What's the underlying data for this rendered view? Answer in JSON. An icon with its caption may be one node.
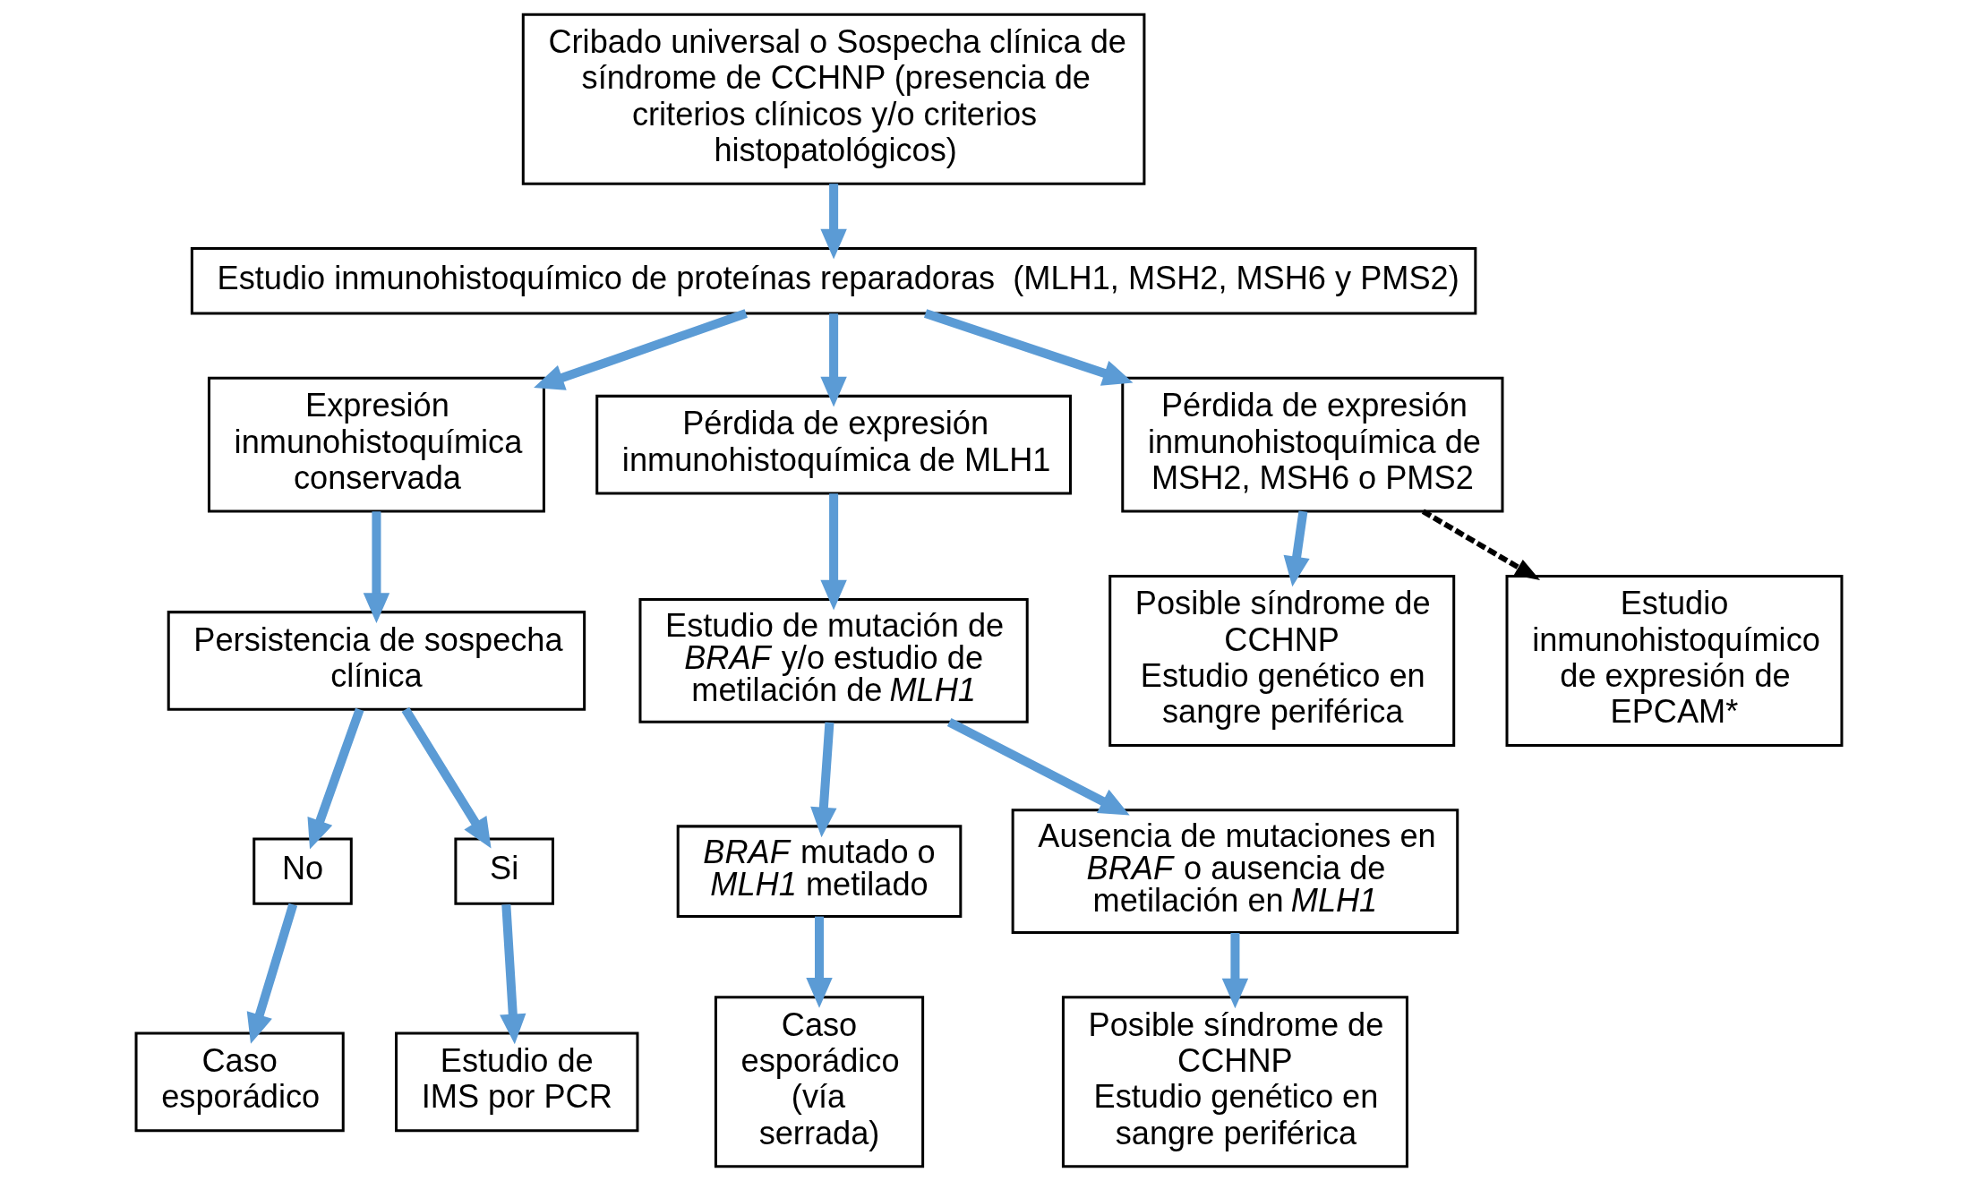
{
  "diagram": {
    "nodes": [
      {
        "text": [
          "Cribado universal o Sospecha clínica de síndrome de CCHNP (presencia de criterios clínicos y/o criterios histopatológicos)"
        ]
      },
      {
        "text": [
          "Estudio inmunohistoquímico de proteínas reparadoras  (MLH1, MSH2, MSH6 y PMS2)"
        ]
      },
      {
        "text": [
          "Expresión inmunohistoquímica conservada"
        ]
      },
      {
        "text": [
          "Pérdida de expresión inmunohistoquímica de MLH1"
        ]
      },
      {
        "text": [
          "Pérdida de expresión inmunohistoquímica de MSH2, MSH6 o PMS2"
        ]
      },
      {
        "text": [
          "Persistencia de sospecha clínica"
        ]
      },
      {
        "text": [
          "Estudio de mutación de *BRAF* y/o estudio de metilación de *MLH1*"
        ]
      },
      {
        "text": [
          "Posible síndrome de CCHNP",
          "Estudio genético en sangre periférica"
        ]
      },
      {
        "text": [
          "Estudio inmunohistoquímico de expresión de EPCAM*"
        ]
      },
      {
        "text": [
          "No"
        ]
      },
      {
        "text": [
          "Si"
        ]
      },
      {
        "text": [
          "*BRAF* mutado o *MLH1* metilado"
        ]
      },
      {
        "text": [
          "Ausencia de mutaciones en *BRAF* o ausencia de metilación en *MLH1*"
        ]
      },
      {
        "text": [
          "Caso esporádico"
        ]
      },
      {
        "text": [
          "Estudio de IMS por PCR"
        ]
      },
      {
        "text": [
          "Caso esporádico (vía serrada)"
        ]
      },
      {
        "text": [
          "Posible síndrome de CCHNP",
          "Estudio genético en sangre periférica"
        ]
      }
    ],
    "edges": [
      {
        "from": 0,
        "to": 1,
        "arrow": "to"
      },
      {
        "from": 1,
        "to": 2,
        "arrow": "to"
      },
      {
        "from": 1,
        "to": 3,
        "arrow": "to"
      },
      {
        "from": 1,
        "to": 4,
        "arrow": "to"
      },
      {
        "from": 2,
        "to": 5,
        "arrow": "to"
      },
      {
        "from": 3,
        "to": 6,
        "arrow": "to"
      },
      {
        "from": 4,
        "to": 7,
        "arrow": "to"
      },
      {
        "from": 4,
        "to": 8,
        "arrow": "to",
        "style": "dashed",
        "color": "#000000"
      },
      {
        "from": 5,
        "to": 9,
        "arrow": "to"
      },
      {
        "from": 5,
        "to": 10,
        "arrow": "to"
      },
      {
        "from": 6,
        "to": 11,
        "arrow": "to"
      },
      {
        "from": 6,
        "to": 12,
        "arrow": "to"
      },
      {
        "from": 9,
        "to": 13,
        "arrow": "to"
      },
      {
        "from": 10,
        "to": 14,
        "arrow": "to"
      },
      {
        "from": 11,
        "to": 15,
        "arrow": "to"
      },
      {
        "from": 12,
        "to": 16,
        "arrow": "to"
      }
    ]
  }
}
